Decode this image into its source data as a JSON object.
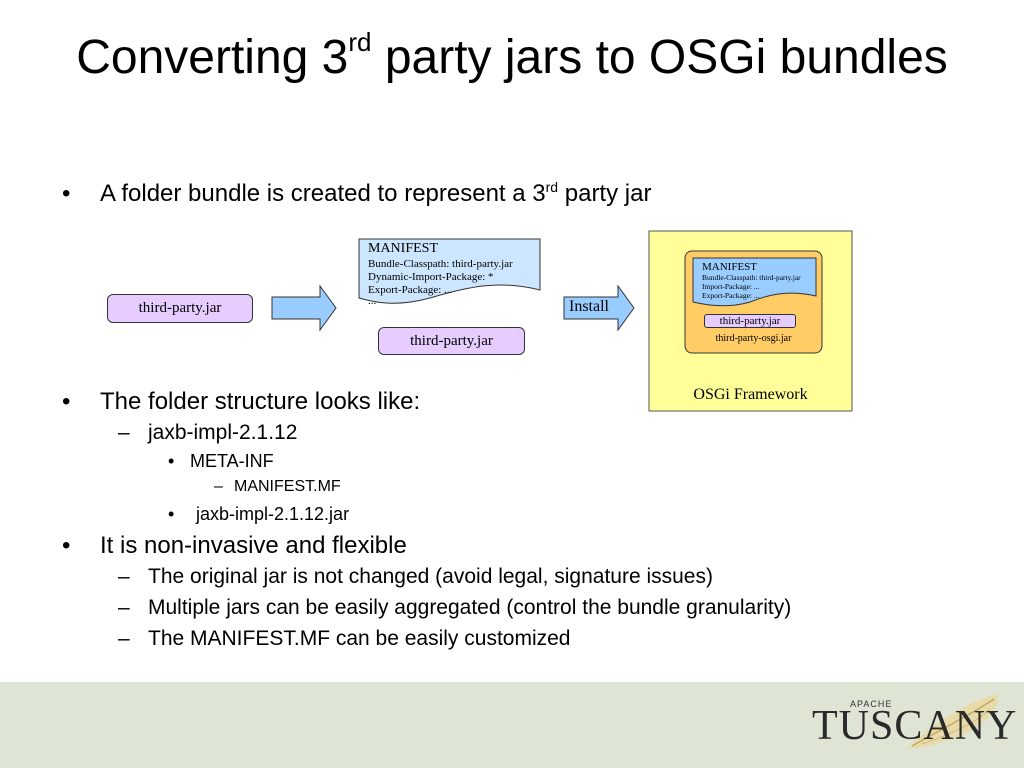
{
  "slide": {
    "title_part1": "Converting 3",
    "title_sup": "rd",
    "title_part2": " party jars to OSGi bundles"
  },
  "bullets": {
    "b1_pre": "A folder bundle is created to represent a 3",
    "b1_sup": "rd",
    "b1_post": " party jar",
    "b2": "The folder structure looks like:",
    "b2_sub1": "jaxb-impl-2.1.12",
    "b2_sub1_a": "META-INF",
    "b2_sub1_a_i": "MANIFEST.MF",
    "b2_sub1_b": "jaxb-impl-2.1.12.jar",
    "b3": "It is non-invasive and flexible",
    "b3_sub1": "The original jar is not changed (avoid legal, signature issues)",
    "b3_sub2": "Multiple jars can be easily aggregated (control the bundle granularity)",
    "b3_sub3": "The MANIFEST.MF can be easily customized",
    "marker1": "•",
    "marker2": "–",
    "marker3": "•",
    "marker4": "–"
  },
  "diagram": {
    "source_jar": "third-party.jar",
    "manifest_title": "MANIFEST",
    "manifest_lines": [
      "Bundle-Classpath: third-party.jar",
      "Dynamic-Import-Package: *",
      "Export-Package: ...",
      "..."
    ],
    "bundle_jar": "third-party.jar",
    "install_label": "Install",
    "fw_manifest_title": "MANIFEST",
    "fw_manifest_lines": [
      "Bundle-Classpath: third-party.jar",
      "Import-Package: ...",
      "Export-Package: ..."
    ],
    "fw_inner_jar": "third-party.jar",
    "fw_bundle_name": "third-party-osgi.jar",
    "framework_label": "OSGi Framework"
  },
  "logo": {
    "apache": "APACHE",
    "name": "TUSCANY"
  },
  "colors": {
    "jar_fill": "#e6ccff",
    "arrow_fill": "#99ccff",
    "manifest_fill": "#cce6ff",
    "framework_fill": "#ffff99",
    "bundle_fill": "#ffcc66",
    "footer": "#dfe5d4"
  }
}
